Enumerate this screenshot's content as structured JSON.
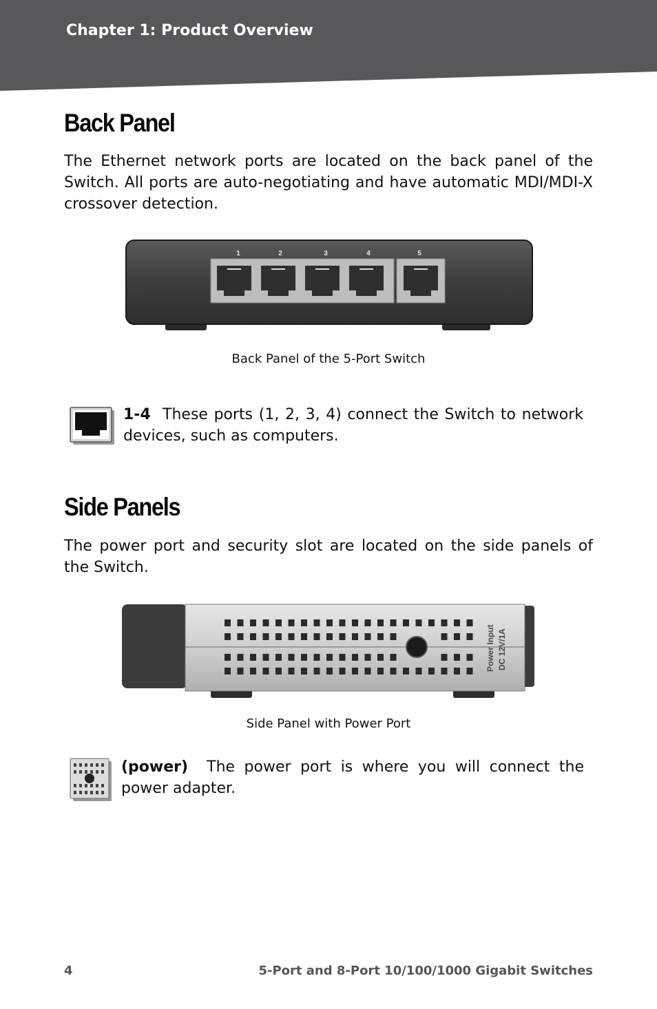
{
  "header": {
    "chapter_title": "Chapter 1: Product Overview"
  },
  "back_panel": {
    "heading": "Back Panel",
    "body": "The Ethernet network ports are located on the back panel of the Switch. All ports are auto-negotiating and have automatic MDI/MDI-X crossover detection.",
    "port_numbers": [
      "1",
      "2",
      "3",
      "4",
      "5"
    ],
    "caption": "Back Panel of the 5-Port Switch",
    "callout_label": "1-4",
    "callout_text": "These ports (1, 2, 3, 4) connect the Switch to network devices, such as computers."
  },
  "side_panels": {
    "heading": "Side Panels",
    "body": "The power port and security slot are located on the side panels of the Switch.",
    "label_line1": "Power Input",
    "label_line2": "DC 12V/1A",
    "caption": "Side Panel with Power Port",
    "callout_label": "(power)",
    "callout_text": "The power port is where you will connect the power adapter."
  },
  "footer": {
    "page_number": "4",
    "product_title": "5-Port and 8-Port 10/100/1000 Gigabit Switches"
  }
}
